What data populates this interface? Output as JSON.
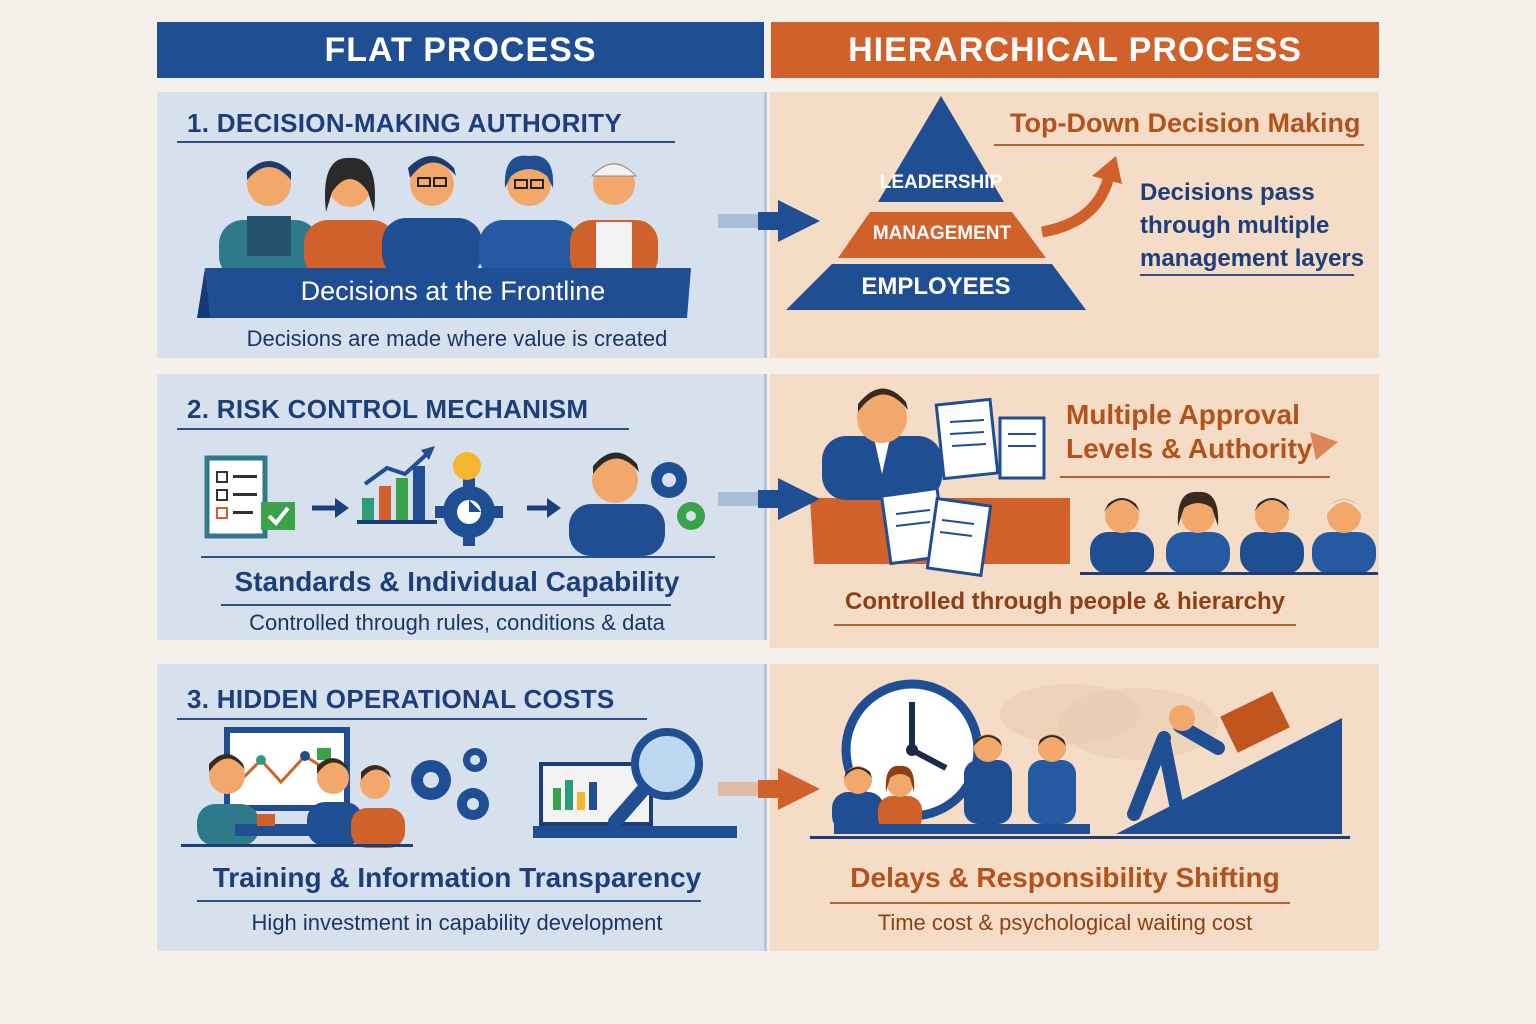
{
  "headers": {
    "left": "FLAT PROCESS",
    "right": "HIERARCHICAL PROCESS"
  },
  "section1": {
    "title": "1. DECISION-MAKING AUTHORITY",
    "banner": "Decisions at the Frontline",
    "caption": "Decisions are made where value is created",
    "pyramid": {
      "top": "LEADERSHIP",
      "middle": "MANAGEMENT",
      "bottom": "EMPLOYEES"
    },
    "right_title": "Top-Down Decision Making",
    "right_text": [
      "Decisions pass",
      "through multiple",
      "management layers"
    ]
  },
  "section2": {
    "title": "2. RISK CONTROL MECHANISM",
    "heading": "Standards & Individual Capability",
    "caption": "Controlled through rules, conditions & data",
    "right_title": [
      "Multiple Approval",
      "Levels & Authority"
    ],
    "right_caption": "Controlled through people & hierarchy"
  },
  "section3": {
    "title": "3. HIDDEN OPERATIONAL COSTS",
    "heading": "Training & Information Transparency",
    "caption": "High investment in capability development",
    "right_heading": "Delays & Responsibility Shifting",
    "right_caption": "Time cost & psychological waiting cost"
  },
  "colors": {
    "blue": "#1f4e93",
    "orange": "#d0612a",
    "light_blue": "#d7e1ee",
    "light_orange": "#f5dcc6"
  }
}
